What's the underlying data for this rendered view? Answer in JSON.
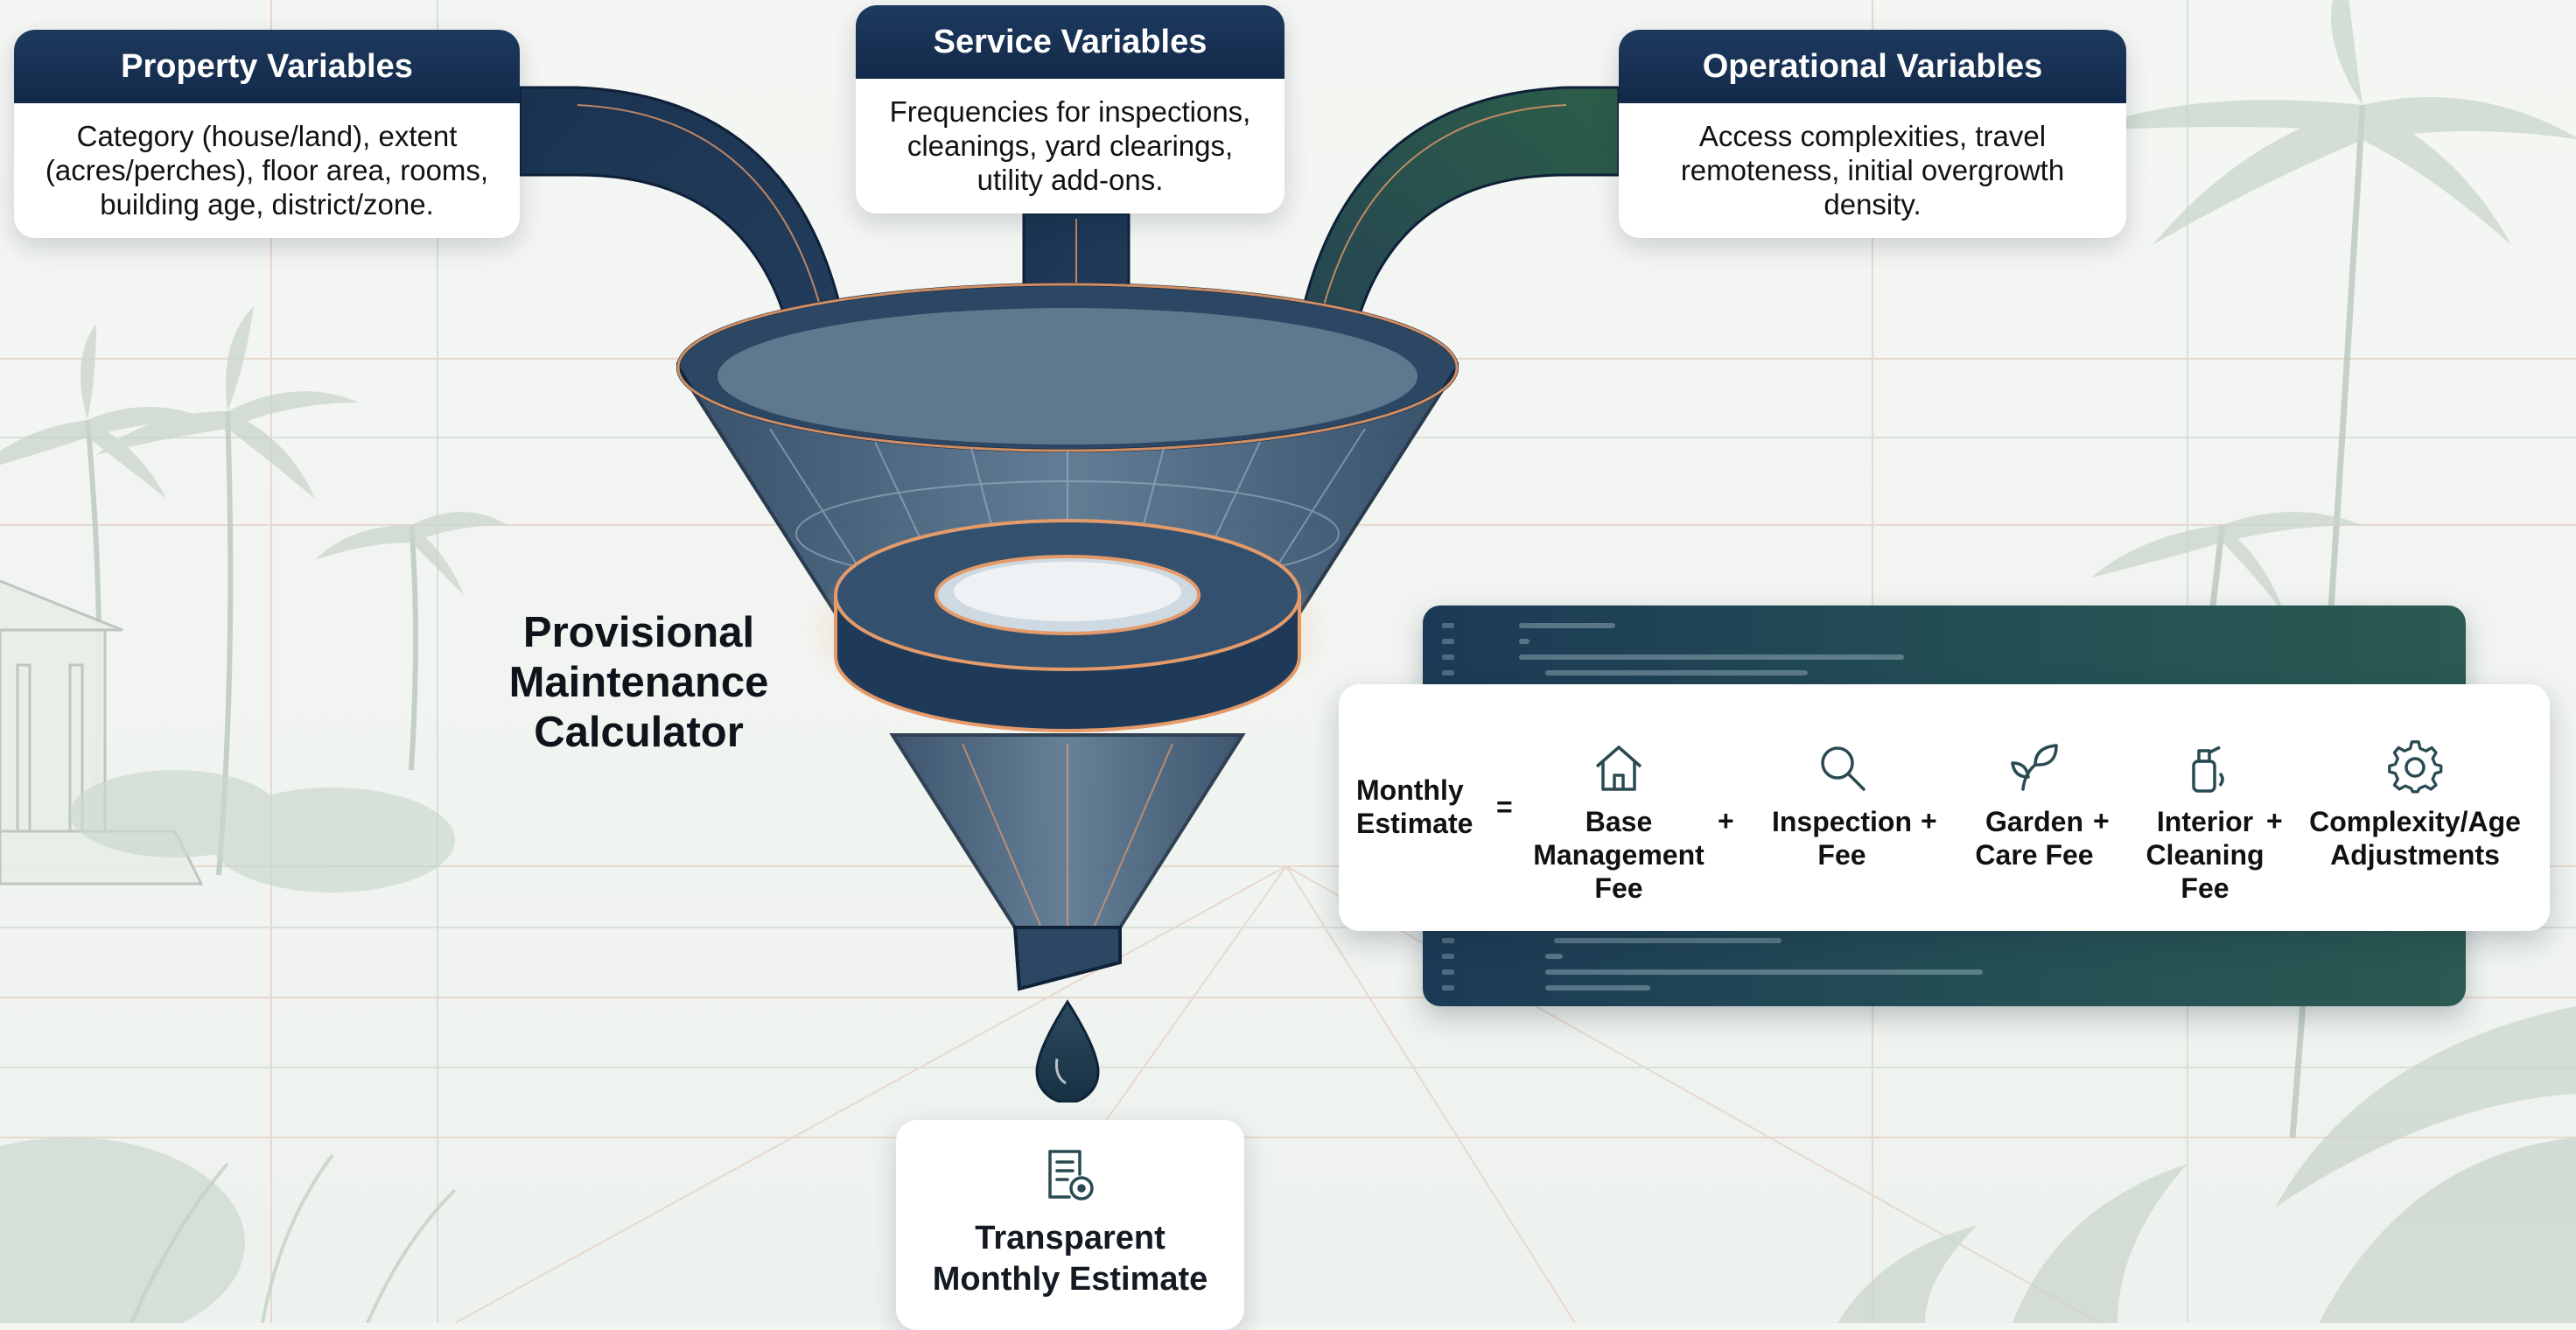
{
  "colors": {
    "navy": "#13294a",
    "green": "#2a5a45",
    "copper": "#e59a6a",
    "glass": "#2c4a66"
  },
  "cards": {
    "property": {
      "title": "Property Variables",
      "lines": [
        "Category (house/land), extent",
        "(acres/perches), floor area, rooms,",
        "building age, district/zone."
      ]
    },
    "service": {
      "title": "Service Variables",
      "lines": [
        "Frequencies for inspections,",
        "cleanings, yard clearings,",
        "utility add-ons."
      ]
    },
    "operational": {
      "title": "Operational Variables",
      "lines": [
        "Access complexities, travel",
        "remoteness, initial overgrowth",
        "density."
      ]
    }
  },
  "calculator": {
    "lines": [
      "Provisional",
      "Maintenance",
      "Calculator"
    ]
  },
  "formula": {
    "lhs": [
      "Monthly",
      "Estimate"
    ],
    "equals": "=",
    "plus": "+",
    "terms": [
      {
        "icon": "house-icon",
        "lines": [
          "Base",
          "Management",
          "Fee"
        ]
      },
      {
        "icon": "magnifier-icon",
        "lines": [
          "Inspection",
          "Fee"
        ]
      },
      {
        "icon": "leaf-icon",
        "lines": [
          "Garden",
          "Care Fee"
        ]
      },
      {
        "icon": "spray-bottle-icon",
        "lines": [
          "Interior",
          "Cleaning",
          "Fee"
        ]
      },
      {
        "icon": "gear-icon",
        "lines": [
          "Complexity/Age",
          "Adjustments"
        ]
      }
    ]
  },
  "result": {
    "icon": "document-icon",
    "lines": [
      "Transparent",
      "Monthly Estimate"
    ]
  }
}
